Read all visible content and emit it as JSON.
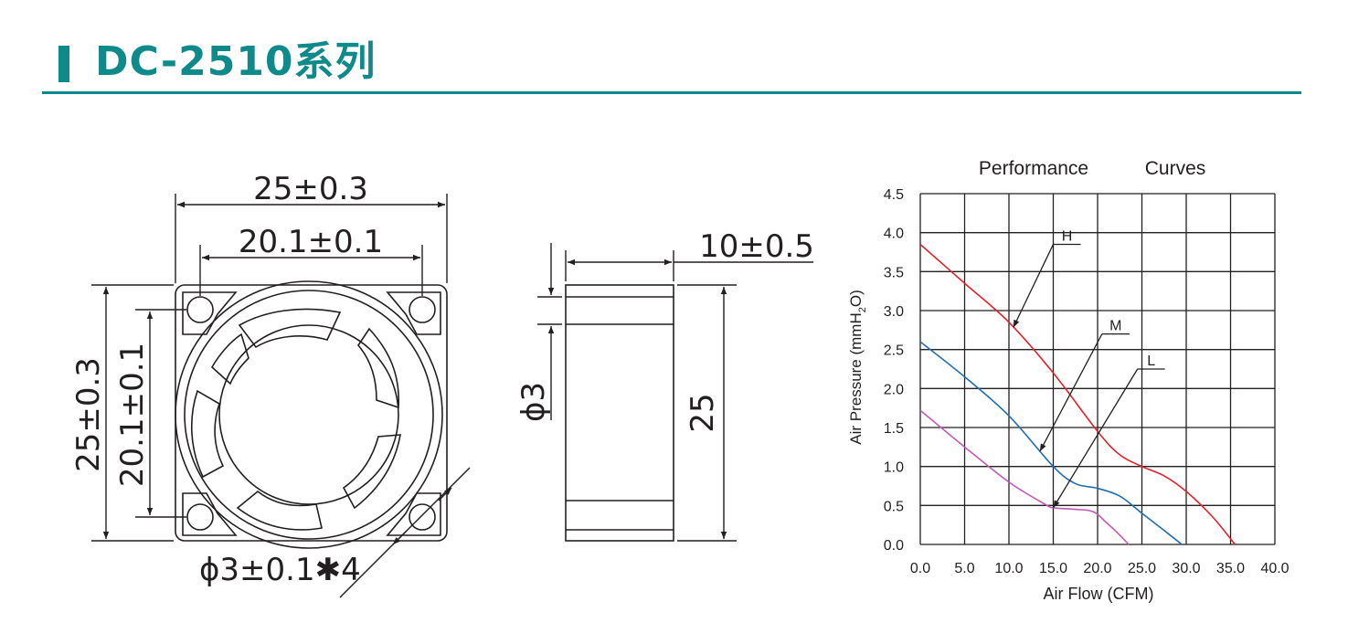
{
  "header": {
    "title": "DC-2510系列"
  },
  "colors": {
    "accent": "#0f8a8a",
    "line": "#231f20",
    "curve_h": "#e4202a",
    "curve_m": "#1f6fb0",
    "curve_l": "#c25ab4"
  },
  "front_view": {
    "width_outer": "25±0.3",
    "width_holes": "20.1±0.1",
    "height_outer": "25±0.3",
    "height_holes": "20.1±0.1",
    "hole_dia": "ϕ3±0.1✱4"
  },
  "side_view": {
    "thickness": "10±0.5",
    "flange": "ϕ3",
    "height": "25"
  },
  "chart_data": {
    "type": "line",
    "title_left": "Performance",
    "title_right": "Curves",
    "xlabel": "Air Flow (CFM)",
    "ylabel_main": "Air Pressure (mmH",
    "ylabel_sub": "2",
    "ylabel_end": "O)",
    "xlim": [
      0,
      40
    ],
    "ylim": [
      0,
      4.5
    ],
    "x_ticks": [
      "0.0",
      "5.0",
      "10.0",
      "15.0",
      "20.0",
      "25.0",
      "30.0",
      "35.0",
      "40.0"
    ],
    "y_ticks": [
      "0.0",
      "0.5",
      "1.0",
      "1.5",
      "2.0",
      "2.5",
      "3.0",
      "3.5",
      "4.0",
      "4.5"
    ],
    "grid": true,
    "series": [
      {
        "name": "H",
        "color": "#e4202a",
        "x": [
          0,
          5,
          10,
          15,
          20,
          22.5,
          25,
          27.5,
          30,
          33,
          35.5
        ],
        "y": [
          3.85,
          3.35,
          2.85,
          2.2,
          1.45,
          1.15,
          1.0,
          0.88,
          0.68,
          0.35,
          0.0
        ]
      },
      {
        "name": "M",
        "color": "#1f6fb0",
        "x": [
          0,
          5,
          10,
          15,
          17.5,
          20,
          22.5,
          25,
          27.5,
          29.5
        ],
        "y": [
          2.6,
          2.15,
          1.65,
          1.0,
          0.78,
          0.72,
          0.62,
          0.4,
          0.18,
          0.0
        ]
      },
      {
        "name": "L",
        "color": "#c25ab4",
        "x": [
          0,
          5,
          10,
          14,
          15,
          17.5,
          19.5,
          21,
          22.5,
          23.5
        ],
        "y": [
          1.72,
          1.25,
          0.8,
          0.52,
          0.47,
          0.45,
          0.42,
          0.28,
          0.12,
          0.0
        ]
      }
    ]
  }
}
